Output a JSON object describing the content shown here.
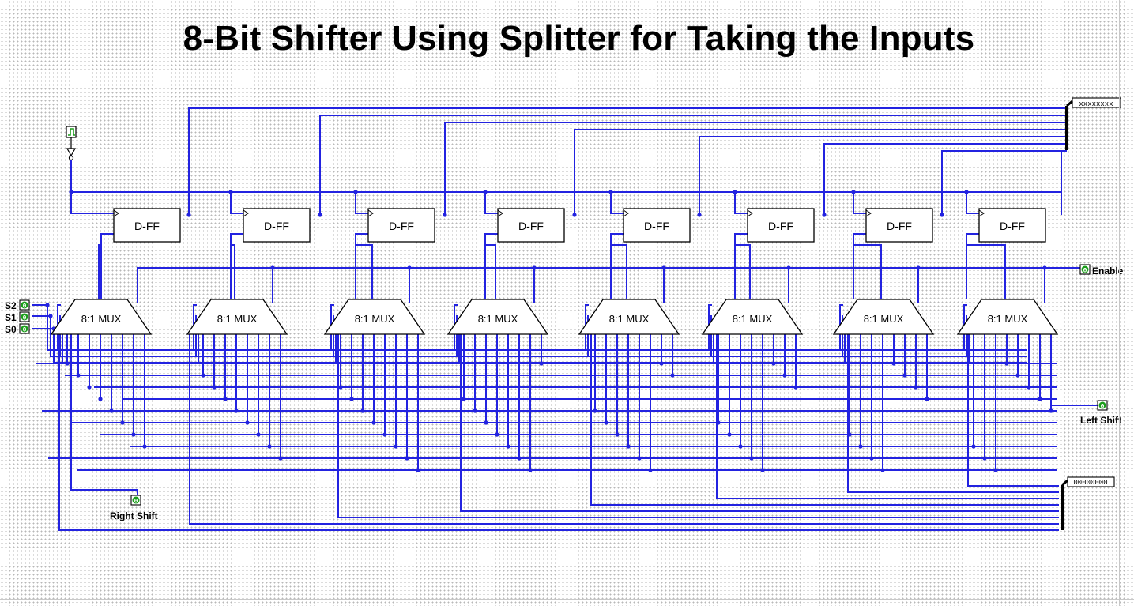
{
  "title": "8-Bit Shifter Using Splitter for Taking the Inputs",
  "colors": {
    "wire": "#2323e0",
    "component": "#000000",
    "pin_green": "#1a9e1a",
    "background": "#ffffff"
  },
  "dff_label": "D-FF",
  "mux_label": "8:1 MUX",
  "select_pins": [
    {
      "label": "S2",
      "value": "0"
    },
    {
      "label": "S1",
      "value": "0"
    },
    {
      "label": "S0",
      "value": "0"
    }
  ],
  "enable": {
    "label": "Enable",
    "value": "0"
  },
  "left_shift": {
    "label": "Left Shift",
    "value": "0"
  },
  "right_shift": {
    "label": "Right Shift",
    "value": "0"
  },
  "output_probe": "xxxxxxxx",
  "input_pin_value": "00000000",
  "clock_icon": "clock-square-wave-icon"
}
